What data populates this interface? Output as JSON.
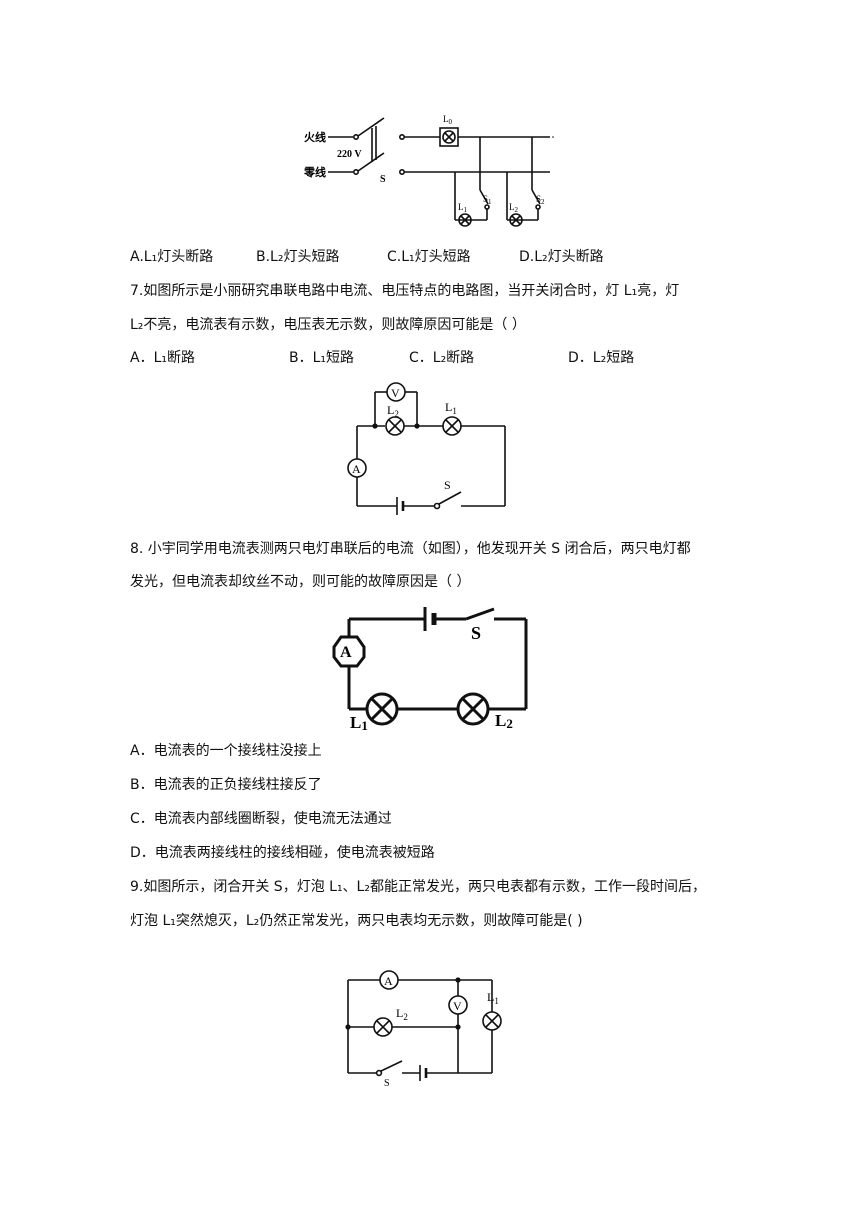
{
  "fig6": {
    "live_label": "火线",
    "neutral_label": "零线",
    "voltage_label": "220 V",
    "switch_label": "S",
    "l0_label": "L",
    "l0_sub": "0",
    "l1_label": "L",
    "l1_sub": "1",
    "s1_label": "S",
    "s1_sub": "1",
    "l2_label": "L",
    "l2_sub": "2",
    "s2_label": "S",
    "s2_sub": "2"
  },
  "q6_options": {
    "a": "A.L₁灯头断路",
    "b": "B.L₂灯头短路",
    "c": "C.L₁灯头短路",
    "d": "D.L₂灯头断路"
  },
  "q7": {
    "line1": "7.如图所示是小丽研究串联电路中电流、电压特点的电路图，当开关闭合时，灯 L₁亮，灯",
    "line2": "L₂不亮，电流表有示数，电压表无示数，则故障原因可能是（     ）",
    "options": {
      "a": "A．L₁断路",
      "b": "B．L₁短路",
      "c": "C．L₂断路",
      "d": "D．L₂短路"
    },
    "fig": {
      "voltmeter": "V",
      "ammeter": "A",
      "l2_label": "L",
      "l2_sub": "2",
      "l1_label": "L",
      "l1_sub": "1",
      "switch_label": "S"
    }
  },
  "q8": {
    "line1": "8.  小宇同学用电流表测两只电灯串联后的电流（如图），他发现开关 S 闭合后，两只电灯都",
    "line2": "发光，但电流表却纹丝不动，则可能的故障原因是（        ）",
    "fig": {
      "ammeter": "A",
      "switch_label": "S",
      "l1_label": "L",
      "l1_sub": "1",
      "l2_label": "L",
      "l2_sub": "2"
    },
    "options": {
      "a": "A．电流表的一个接线柱没接上",
      "b": "B．电流表的正负接线柱接反了",
      "c": "C．电流表内部线圈断裂，使电流无法通过",
      "d": "D．电流表两接线柱的接线相碰，使电流表被短路"
    }
  },
  "q9": {
    "line1": "9.如图所示，闭合开关 S，灯泡 L₁、L₂都能正常发光，两只电表都有示数，工作一段时间后，",
    "line2": "灯泡 L₁突然熄灭，L₂仍然正常发光，两只电表均无示数，则故障可能是(        )",
    "fig": {
      "ammeter": "A",
      "voltmeter": "V",
      "l2_label": "L",
      "l2_sub": "2",
      "l1_label": "L",
      "l1_sub": "1",
      "switch_label": "S"
    }
  }
}
